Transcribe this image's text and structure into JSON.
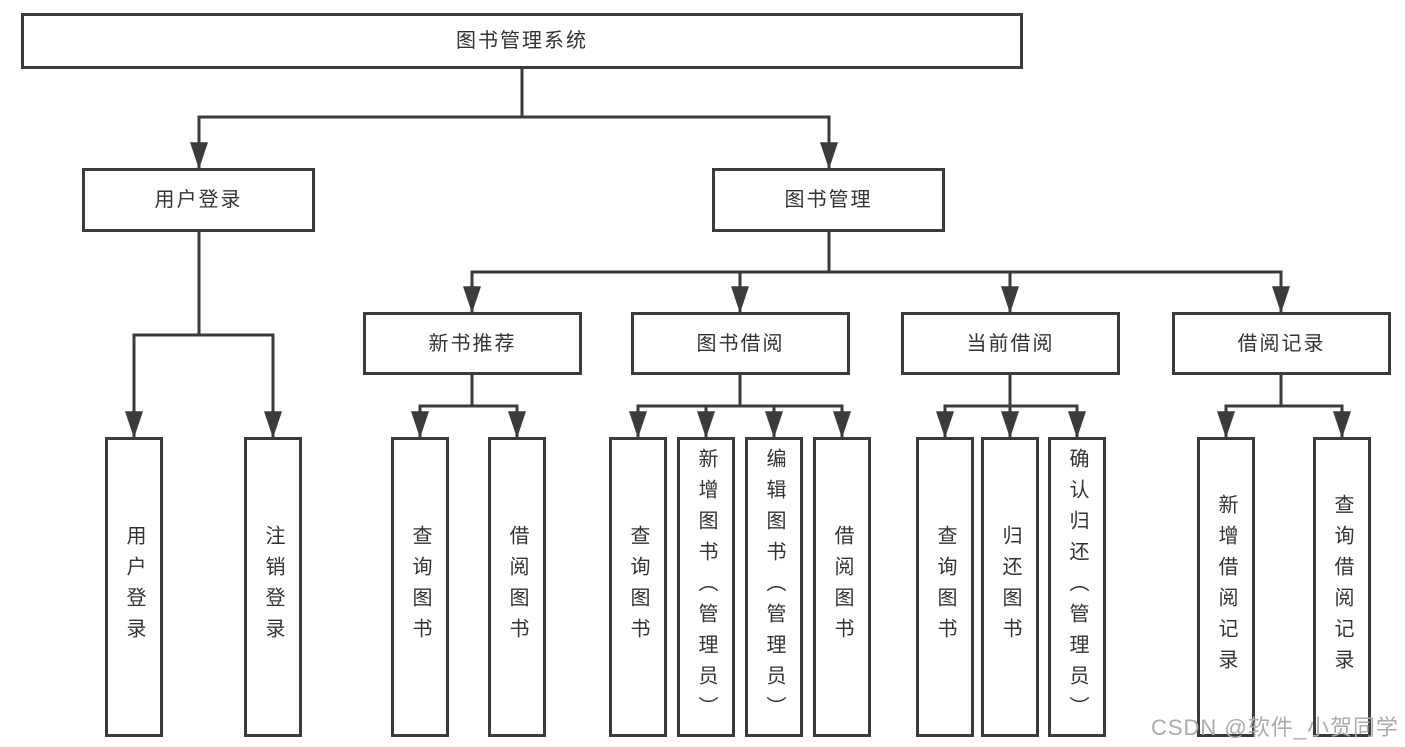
{
  "nodes": {
    "root": "图书管理系统",
    "user_login": "用户登录",
    "book_management": "图书管理",
    "new_books": "新书推荐",
    "book_borrowing": "图书借阅",
    "current_borrowing": "当前借阅",
    "borrowing_records": "借阅记录"
  },
  "leaves": {
    "user_login": [
      "用户登录",
      "注销登录"
    ],
    "new_books": [
      "查询图书",
      "借阅图书"
    ],
    "book_borrowing": [
      "查询图书",
      "新增图书（管理员）",
      "编辑图书（管理员）",
      "借阅图书"
    ],
    "current_borrowing": [
      "查询图书",
      "归还图书",
      "确认归还（管理员）"
    ],
    "borrowing_records": [
      "新增借阅记录",
      "查询借阅记录"
    ]
  },
  "watermark": "CSDN @软件_小贺同学",
  "colors": {
    "line": "#3b3b3b",
    "text": "#333333",
    "watermark": "#ababab",
    "background": "#ffffff"
  }
}
